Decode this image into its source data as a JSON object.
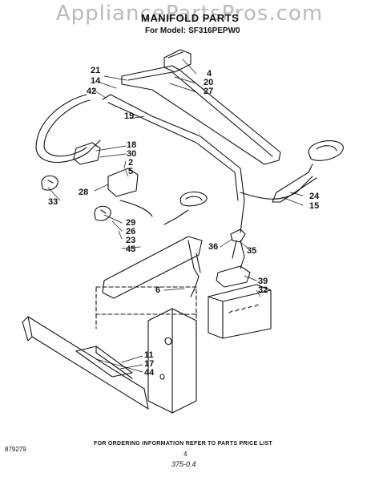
{
  "watermark": "AppliancePartsPros.com",
  "title": "MANIFOLD PARTS",
  "model_label": "For Model:",
  "model_value": "SF316PEPW0",
  "callouts": [
    {
      "id": "c21",
      "text": "21"
    },
    {
      "id": "c14",
      "text": "14"
    },
    {
      "id": "c42",
      "text": "42"
    },
    {
      "id": "c4",
      "text": "4"
    },
    {
      "id": "c20",
      "text": "20"
    },
    {
      "id": "c27",
      "text": "27"
    },
    {
      "id": "c19",
      "text": "19"
    },
    {
      "id": "c18",
      "text": "18"
    },
    {
      "id": "c30",
      "text": "30"
    },
    {
      "id": "c2",
      "text": "2"
    },
    {
      "id": "c5",
      "text": "5"
    },
    {
      "id": "c28",
      "text": "28"
    },
    {
      "id": "c33",
      "text": "33"
    },
    {
      "id": "c24",
      "text": "24"
    },
    {
      "id": "c15",
      "text": "15"
    },
    {
      "id": "c29",
      "text": "29"
    },
    {
      "id": "c26",
      "text": "26"
    },
    {
      "id": "c23",
      "text": "23"
    },
    {
      "id": "c45",
      "text": "45"
    },
    {
      "id": "c36",
      "text": "36"
    },
    {
      "id": "c35",
      "text": "35"
    },
    {
      "id": "c6",
      "text": "6"
    },
    {
      "id": "c39",
      "text": "39"
    },
    {
      "id": "c32",
      "text": "32"
    },
    {
      "id": "c11",
      "text": "11"
    },
    {
      "id": "c17",
      "text": "17"
    },
    {
      "id": "c44",
      "text": "44"
    }
  ],
  "footer": {
    "ordering_info": "FOR ORDERING INFORMATION REFER TO PARTS PRICE LIST",
    "code": "879279",
    "page": "4",
    "handwritten": "375-0.4"
  }
}
